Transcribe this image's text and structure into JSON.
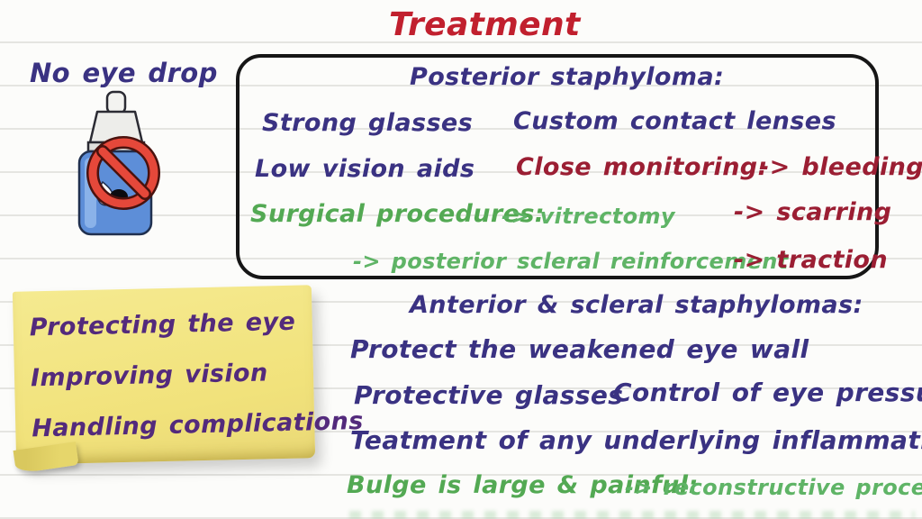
{
  "page": {
    "title": "Treatment"
  },
  "colors": {
    "title_red": "#c1202e",
    "navy": "#3a3282",
    "dark_red": "#9b1e33",
    "green": "#53a953",
    "sticky_yellow": "#f2e57e",
    "sticky_text_purple": "#532a7c"
  },
  "left_column": {
    "label": "No eye drop",
    "icon": "eye-drop-bottle-with-prohibition-sign"
  },
  "posterior_box": {
    "heading": "Posterior staphyloma:",
    "row1": {
      "a": "Strong glasses",
      "b": "Custom contact lenses"
    },
    "row2": {
      "a": "Low vision aids",
      "b": "Close monitoring:",
      "c": "-> bleeding"
    },
    "row3": {
      "a": "Surgical procedures:",
      "b": "-> vitrectomy",
      "c": "-> scarring"
    },
    "row4": {
      "a": "-> posterior scleral reinforcement",
      "b": "-> traction"
    }
  },
  "sticky_note": {
    "line1": "Protecting the eye",
    "line2": "Improving vision",
    "line3": "Handling complications"
  },
  "anterior_section": {
    "heading": "Anterior & scleral staphylomas:",
    "line1": "Protect the weakened eye wall",
    "line2a": "Protective glasses",
    "line2b": "Control of eye pressure",
    "line3": "Teatment of any underlying inflammation",
    "line4a": "Bulge is large & painful:",
    "line4b": "-> reconstructive procedures"
  }
}
